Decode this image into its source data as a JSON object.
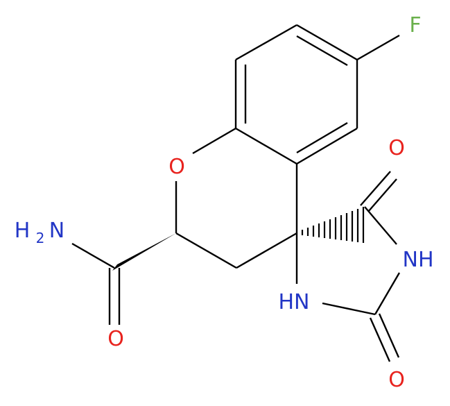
{
  "molecule": {
    "atoms": {
      "fluorine": "F",
      "ring_oxygen": "O",
      "amide_nitrogen": "H",
      "amide_nitrogen_subscript": "2",
      "amide_nitrogen_n": "N",
      "amide_oxygen": "O",
      "carbonyl_oxygen_top": "O",
      "imide_nh_right": "NH",
      "imide_nh_left": "HN",
      "carbonyl_oxygen_bottom": "O"
    },
    "colors": {
      "bond": "#000000",
      "fluorine": "#6ab04c",
      "oxygen": "#e8231e",
      "nitrogen": "#2236c6"
    }
  }
}
